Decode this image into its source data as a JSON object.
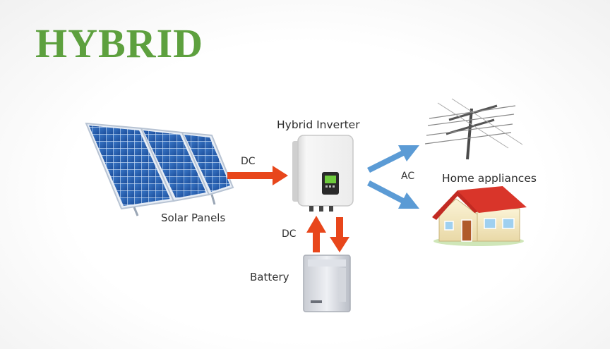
{
  "title": "HYBRID",
  "nodes": {
    "inverter": "Hybrid Inverter",
    "solar": "Solar Panels",
    "battery": "Battery",
    "home": "Home appliances"
  },
  "flows": {
    "solar_to_inverter": "DC",
    "inverter_battery": "DC",
    "inverter_to_loads": "AC"
  },
  "colors": {
    "title": "#5da03e",
    "dc_arrow": "#e8461b",
    "ac_arrow": "#5b9bd5",
    "roof": "#d9352a"
  }
}
